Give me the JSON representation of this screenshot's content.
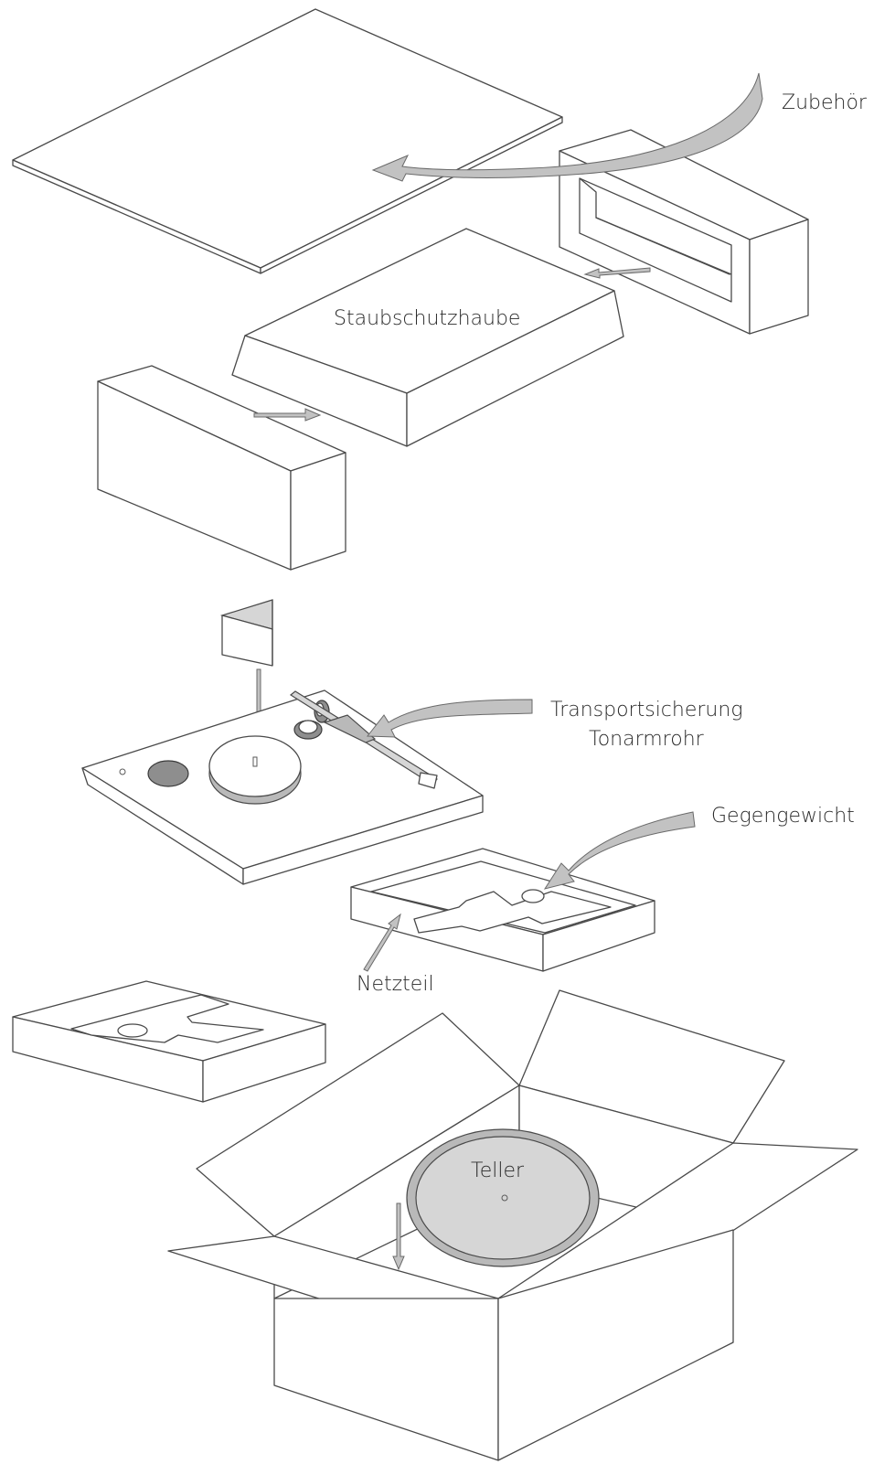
{
  "labels": {
    "accessories": "Zubehör",
    "dust_cover": "Staubschutzhaube",
    "tonearm_transport_lock_line1": "Transportsicherung",
    "tonearm_transport_lock_line2": "Tonarmrohr",
    "counterweight": "Gegengewicht",
    "power_supply": "Netzteil",
    "platter": "Teller"
  },
  "colors": {
    "line": "#4a4a4a",
    "arrow_fill": "#c2c2c2",
    "part_grey": "#b9b9b9"
  },
  "icons": {
    "curved_arrow": "curved-arrow-icon",
    "straight_arrow": "straight-arrow-icon"
  }
}
